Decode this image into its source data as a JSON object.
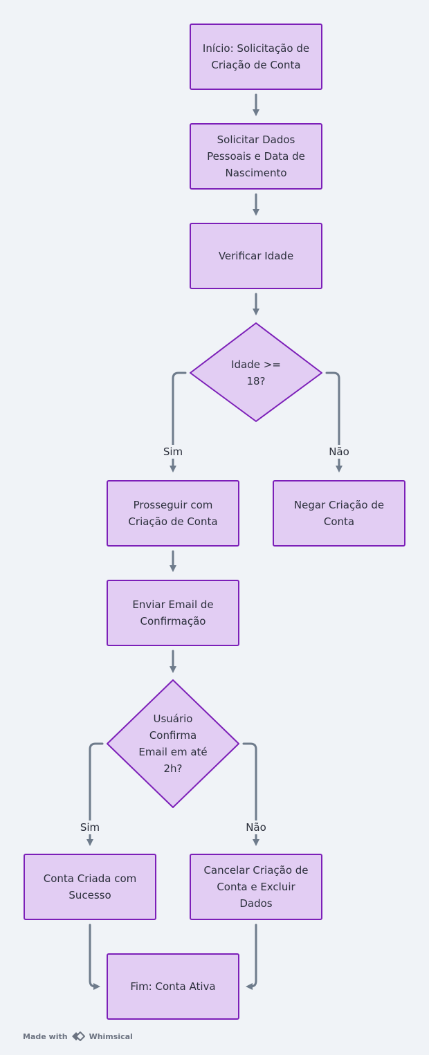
{
  "nodes": {
    "start": "Início: Solicitação de Criação de Conta",
    "request_data": "Solicitar Dados Pessoais e Data de Nascimento",
    "verify_age": "Verificar Idade",
    "age_decision": "Idade >= 18?",
    "proceed": "Prosseguir com Criação de Conta",
    "deny": "Negar Criação de Conta",
    "send_email": "Enviar Email de Confirmação",
    "email_decision": "Usuário Confirma Email em até 2h?",
    "account_created": "Conta Criada com Sucesso",
    "cancel": "Cancelar Criação de Conta e Excluir Dados",
    "end": "Fim: Conta Ativa"
  },
  "edge_labels": {
    "age_yes": "Sim",
    "age_no": "Não",
    "email_yes": "Sim",
    "email_no": "Não"
  },
  "footer": {
    "made_with": "Made with",
    "brand": "Whimsical"
  },
  "colors": {
    "node_fill": "#e2cdf3",
    "node_border": "#7c1fb8",
    "connector": "#6e7b8b",
    "background": "#f0f3f7"
  }
}
